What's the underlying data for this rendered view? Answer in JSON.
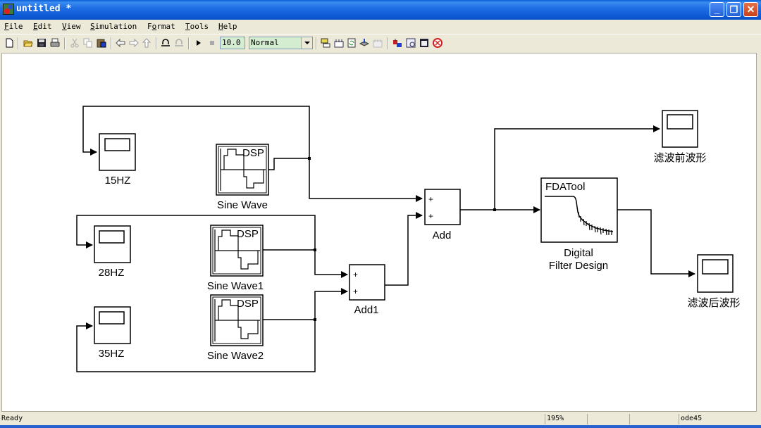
{
  "window": {
    "title": "untitled *",
    "controls": {
      "minimize": "_",
      "maximize": "❐",
      "close": "✕"
    }
  },
  "menu": [
    {
      "label": "File",
      "accel": "F"
    },
    {
      "label": "Edit",
      "accel": "E"
    },
    {
      "label": "View",
      "accel": "V"
    },
    {
      "label": "Simulation",
      "accel": "S"
    },
    {
      "label": "Format",
      "accel": "o"
    },
    {
      "label": "Tools",
      "accel": "T"
    },
    {
      "label": "Help",
      "accel": "H"
    }
  ],
  "toolbar": {
    "stop_time": "10.0",
    "sim_mode": "Normal",
    "buttons": [
      "new-model",
      "open",
      "save",
      "print",
      "cut",
      "copy",
      "paste",
      "back",
      "forward",
      "up",
      "undo",
      "redo",
      "start-simulation",
      "stop-simulation",
      "build",
      "update-diagram",
      "refresh",
      "library-browser",
      "model-explorer",
      "model-browser",
      "debugger",
      "profiler"
    ]
  },
  "diagram": {
    "blocks": {
      "scope_15hz": {
        "label": "15HZ",
        "type": "scope"
      },
      "sine_wave": {
        "label": "Sine Wave",
        "type": "dsp-sine",
        "tag": "DSP"
      },
      "scope_28hz": {
        "label": "28HZ",
        "type": "scope"
      },
      "sine_wave1": {
        "label": "Sine Wave1",
        "type": "dsp-sine",
        "tag": "DSP"
      },
      "scope_35hz": {
        "label": "35HZ",
        "type": "scope"
      },
      "sine_wave2": {
        "label": "Sine Wave2",
        "type": "dsp-sine",
        "tag": "DSP"
      },
      "add1": {
        "label": "Add1",
        "type": "sum",
        "signs": [
          "+",
          "+"
        ]
      },
      "add": {
        "label": "Add",
        "type": "sum",
        "signs": [
          "+",
          "+"
        ]
      },
      "fdatool": {
        "label_line1": "Digital",
        "label_line2": "Filter Design",
        "title": "FDATool",
        "type": "filter"
      },
      "scope_before": {
        "label": "滤波前波形",
        "type": "scope"
      },
      "scope_after": {
        "label": "滤波后波形",
        "type": "scope"
      }
    }
  },
  "status": {
    "message": "Ready",
    "zoom": "195%",
    "cell2": "",
    "cell3": "",
    "solver": "ode45"
  }
}
